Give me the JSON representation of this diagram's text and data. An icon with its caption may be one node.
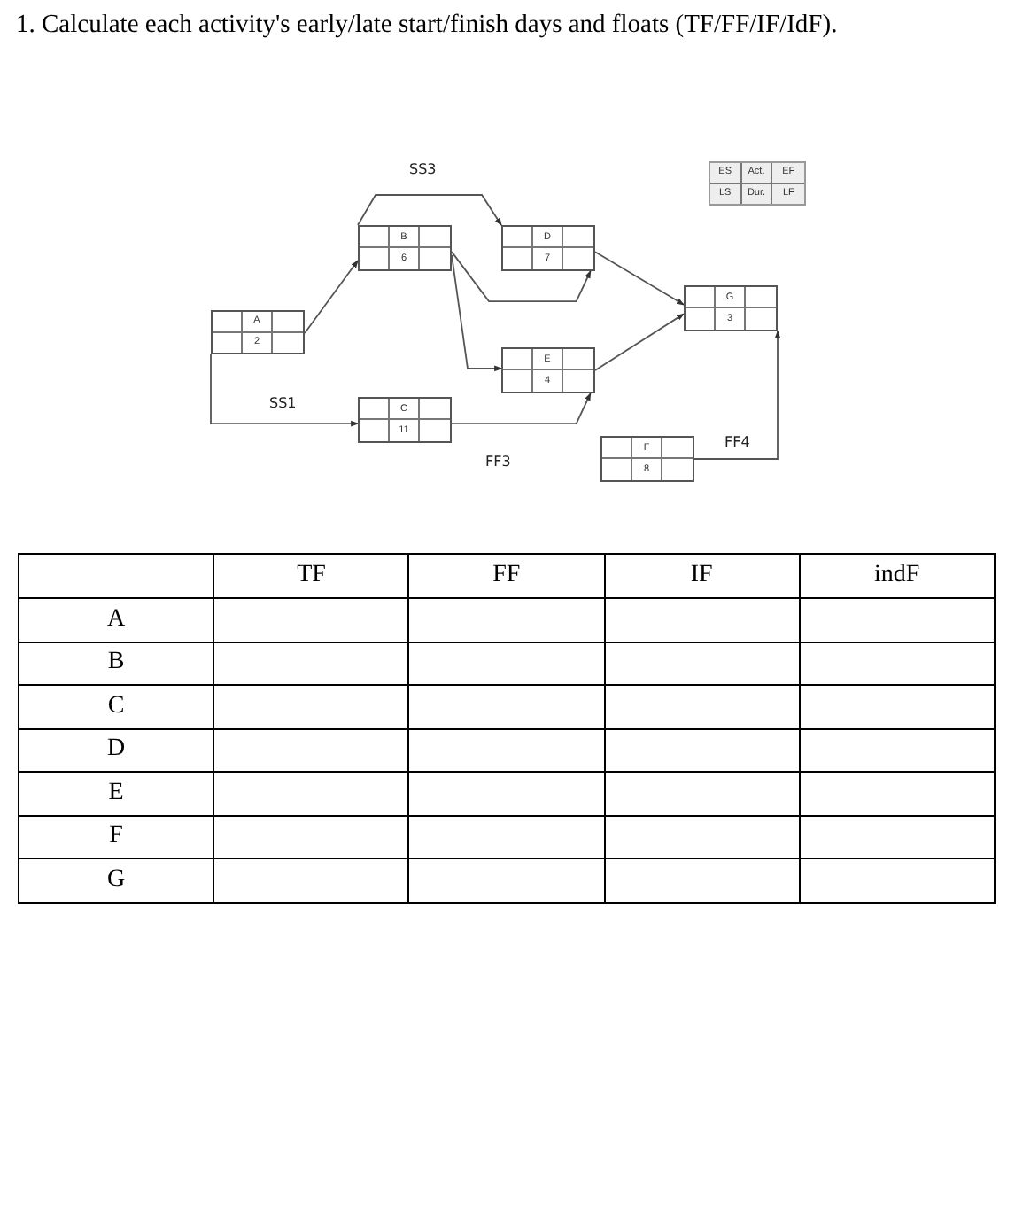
{
  "diagram": {
    "title": "1. Calculate each activity's early/late start/finish days and floats (TF/FF/IF/IdF).",
    "nodes": [
      {
        "text": [
          "ES",
          "Act.",
          "EF",
          "LS",
          "Dur.",
          "LF"
        ]
      },
      {
        "text": [
          "A",
          "2"
        ]
      },
      {
        "text": [
          "B",
          "6"
        ]
      },
      {
        "text": [
          "D",
          "7"
        ]
      },
      {
        "text": [
          "G",
          "3"
        ]
      },
      {
        "text": [
          "E",
          "4"
        ]
      },
      {
        "text": [
          "C",
          "11"
        ]
      },
      {
        "text": [
          "F",
          "8"
        ]
      }
    ],
    "edges": [
      {
        "from": 1,
        "to": 2,
        "arrow": "to"
      },
      {
        "from": 2,
        "to": 3,
        "label": "SS3",
        "arrow": "to"
      },
      {
        "from": 2,
        "to": 3,
        "arrow": "to"
      },
      {
        "from": 2,
        "to": 5,
        "arrow": "to"
      },
      {
        "from": 1,
        "to": 6,
        "label": "SS1",
        "arrow": "to"
      },
      {
        "from": 6,
        "to": 5,
        "label": "FF3",
        "arrow": "to"
      },
      {
        "from": 3,
        "to": 4,
        "arrow": "to"
      },
      {
        "from": 5,
        "to": 4,
        "arrow": "to"
      },
      {
        "from": 7,
        "to": 4,
        "label": "FF4",
        "arrow": "to"
      }
    ],
    "labels": [
      "TF",
      "FF",
      "IF",
      "indF",
      "A",
      "B",
      "C",
      "D",
      "E",
      "F",
      "G"
    ]
  }
}
